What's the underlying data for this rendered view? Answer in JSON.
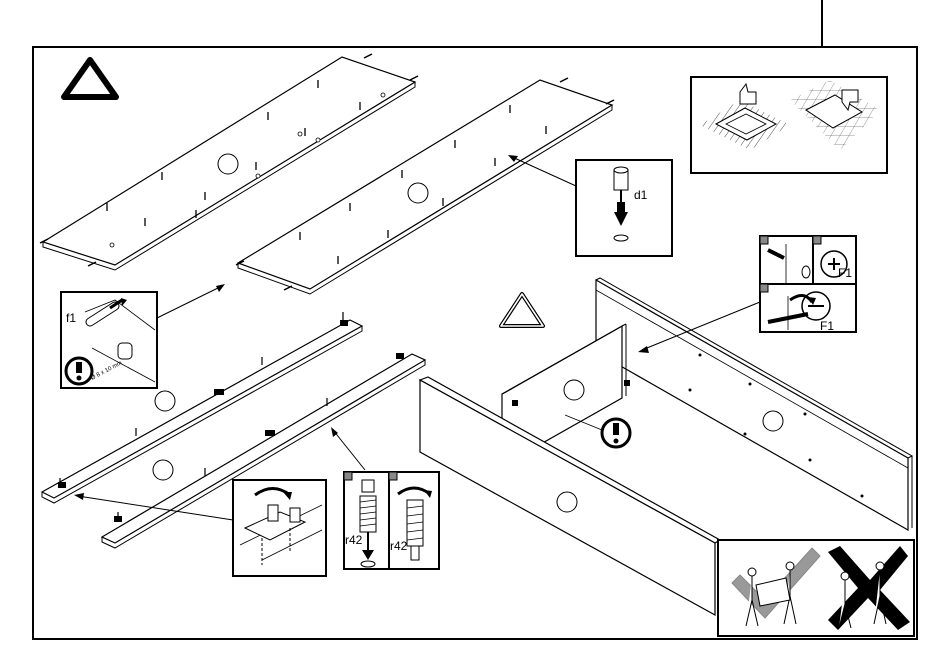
{
  "labels": {
    "dowel": "d1",
    "cam_bolt": "f1",
    "cam_lock_a": "F1",
    "cam_lock_b": "F1",
    "leg_a": "r42",
    "leg_b": "r42",
    "drill_note": "Ø 8 x 10 mm"
  },
  "colors": {
    "line": "#000000",
    "good_mark": "#888888",
    "bad_mark": "#000000",
    "paper": "#ffffff"
  },
  "icons": [
    "warning-triangle-icon",
    "warning-triangle-outline-icon",
    "exclamation-circle-icon",
    "thumbs-up-icon",
    "thumbs-down-icon",
    "check-mark-icon",
    "cross-mark-icon"
  ]
}
